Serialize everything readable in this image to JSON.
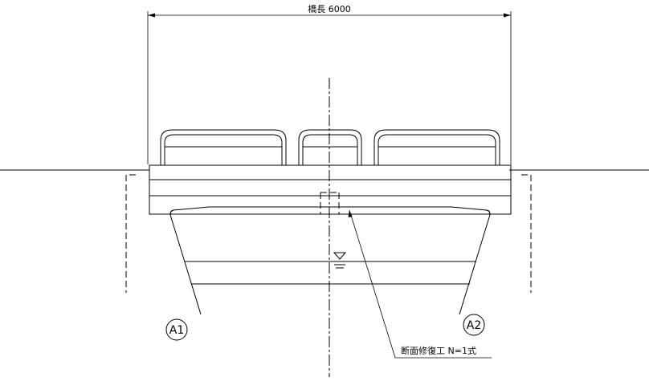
{
  "labels": {
    "span": "橋長 6000",
    "abutment_left": "A1",
    "abutment_right": "A2",
    "repair_note": "断面修復工 N=1式"
  }
}
